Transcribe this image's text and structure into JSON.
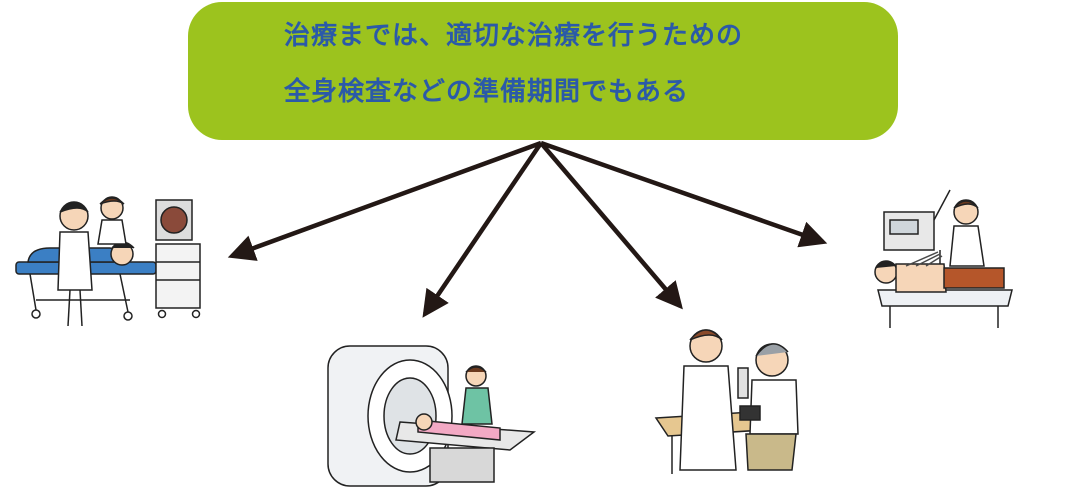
{
  "message": {
    "line1": "治療までは、適切な治療を行うための",
    "line2": "全身検査などの準備期間でもある"
  },
  "colors": {
    "banner_bg": "#9cc31e",
    "banner_text": "#2b5aa8",
    "arrow": "#231815"
  },
  "illustrations": [
    {
      "name": "endoscopy-exam"
    },
    {
      "name": "mri-scan"
    },
    {
      "name": "blood-pressure-check"
    },
    {
      "name": "ecg-exam"
    }
  ]
}
